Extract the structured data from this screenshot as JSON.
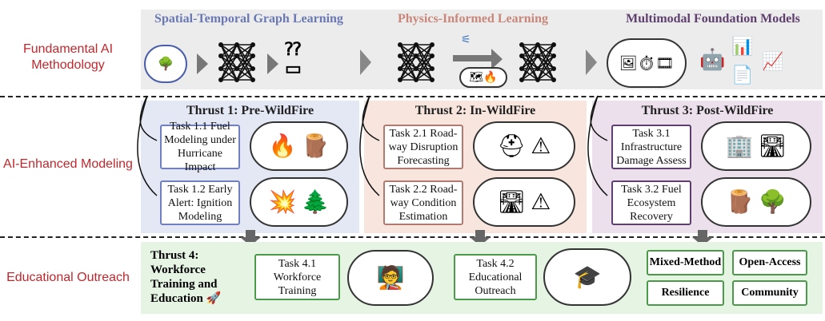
{
  "rows": {
    "methodology": "Fundamental AI Methodology",
    "modeling": "AI-Enhanced Modeling",
    "outreach": "Educational Outreach"
  },
  "methods": [
    {
      "title": "Spatial-Temporal Graph Learning",
      "color": "#6a79b3"
    },
    {
      "title": "Physics-Informed Learning",
      "color": "#c9877a"
    },
    {
      "title": "Multimodal Foundation Models",
      "color": "#5e3f6e"
    }
  ],
  "thrusts": [
    {
      "title": "Thrust 1: Pre-WildFire",
      "bg": "#e4e8f5",
      "border": "#6f7fc0",
      "tasks": [
        {
          "label": "Task 1.1 Fuel Modeling under Hurricane Impact",
          "icons": [
            "🔥",
            "🪵"
          ]
        },
        {
          "label": "Task 1.2 Early Alert: Ignition Modeling",
          "icons": [
            "💥",
            "🌲"
          ]
        }
      ]
    },
    {
      "title": "Thrust 2: In-WildFire",
      "bg": "#f8e6de",
      "border": "#b07a70",
      "tasks": [
        {
          "label": "Task 2.1 Road-way Disruption Forecasting",
          "icons": [
            "⛑",
            "⚠"
          ]
        },
        {
          "label": "Task 2.2 Road-way Condition Estimation",
          "icons": [
            "🛣",
            "⚠"
          ]
        }
      ]
    },
    {
      "title": "Thrust 3: Post-WildFire",
      "bg": "#ebe0ec",
      "border": "#5e3f6e",
      "tasks": [
        {
          "label": "Task 3.1 Infrastructure Damage Assess",
          "icons": [
            "🏢",
            "🛣"
          ]
        },
        {
          "label": "Task 3.2 Fuel Ecosystem Recovery",
          "icons": [
            "🪵",
            "🌳"
          ]
        }
      ]
    }
  ],
  "outreach": {
    "title": "Thrust 4: Workforce Training and Education 🚀",
    "task1": "Task 4.1 Workforce Training",
    "task2": "Task 4.2 Educational Outreach",
    "icon1": "🧑‍🏫",
    "icon2": "🎓",
    "pills": [
      "Mixed-Method",
      "Open-Access",
      "Resilience",
      "Community"
    ]
  }
}
